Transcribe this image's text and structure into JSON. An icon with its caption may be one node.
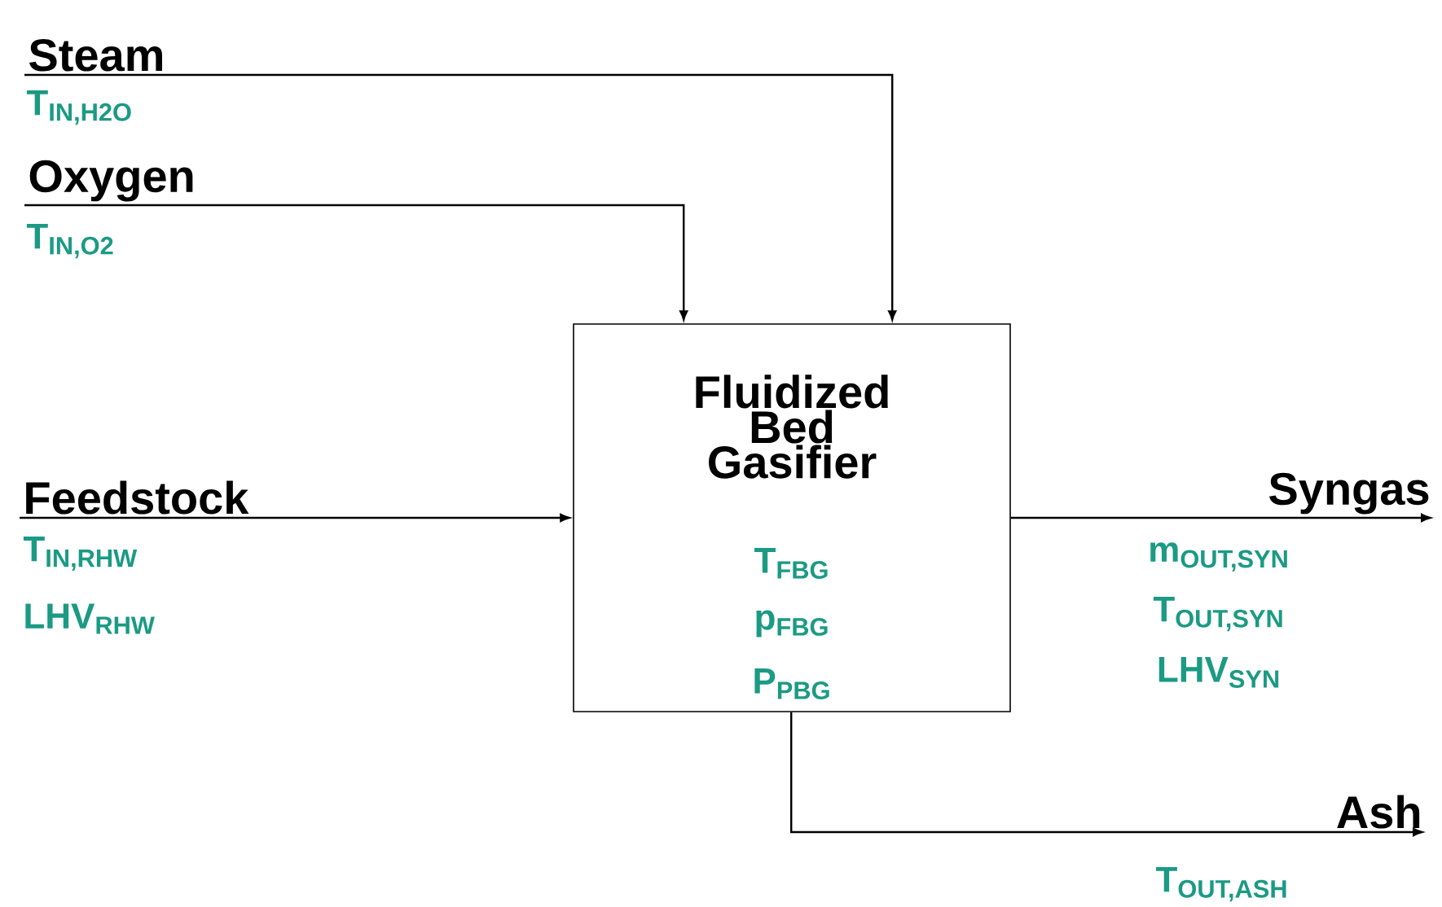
{
  "diagram": {
    "nodes": [
      {
        "text": [
          "Steam"
        ],
        "beside": [
          "T$_{IN,H2O}$"
        ]
      },
      {
        "text": [
          "Oxygen"
        ],
        "beside": [
          "T$_{IN,O2}$"
        ]
      },
      {
        "text": [
          "Feedstock"
        ],
        "beside": [
          "T$_{IN,RHW}$",
          "LHV$_{RHW}$"
        ]
      },
      {
        "text": [
          "Fluidized Bed Gasifier",
          "T$_{FBG}$",
          "p$_{FBG}$",
          "P$_{PBG}$"
        ]
      },
      {
        "text": [
          "Syngas"
        ],
        "beside": [
          "m$_{OUT,SYN}$",
          "T$_{OUT,SYN}$",
          "LHV$_{SYN}$"
        ]
      },
      {
        "text": [
          "Ash"
        ],
        "beside": [
          "T$_{OUT,ASH}$"
        ]
      }
    ],
    "edges": [
      {
        "from": 0,
        "to": 3,
        "arrow": "to"
      },
      {
        "from": 1,
        "to": 3,
        "arrow": "to"
      },
      {
        "from": 2,
        "to": 3,
        "arrow": "to"
      },
      {
        "from": 3,
        "to": 4,
        "arrow": "to"
      },
      {
        "from": 3,
        "to": 5,
        "arrow": "to"
      }
    ]
  }
}
